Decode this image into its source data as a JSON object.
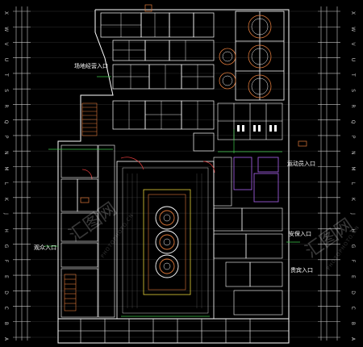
{
  "drawing": {
    "grid_axis_labels": [
      "X",
      "W",
      "V",
      "U",
      "T",
      "S",
      "R",
      "Q",
      "P",
      "N",
      "M",
      "L",
      "K",
      "J",
      "H",
      "G",
      "F",
      "E",
      "D",
      "C",
      "B",
      "A"
    ],
    "labels": {
      "entrance_market": "场地经营入口",
      "entrance_athlete": "运动员入口",
      "entrance_security": "安保入口",
      "entrance_audience": "观众入口",
      "entrance_vip": "贵宾入口"
    },
    "watermark": {
      "main": "汇图网",
      "sub": "PHOTOPHOTO.CN"
    },
    "colors": {
      "background": "#000000",
      "wall": "#ffffff",
      "accent_orange": "#e07a3a",
      "accent_red": "#d83a3a",
      "accent_green": "#3ec84a",
      "accent_purple": "#9a5ad8",
      "accent_yellow": "#e6d23a"
    }
  }
}
